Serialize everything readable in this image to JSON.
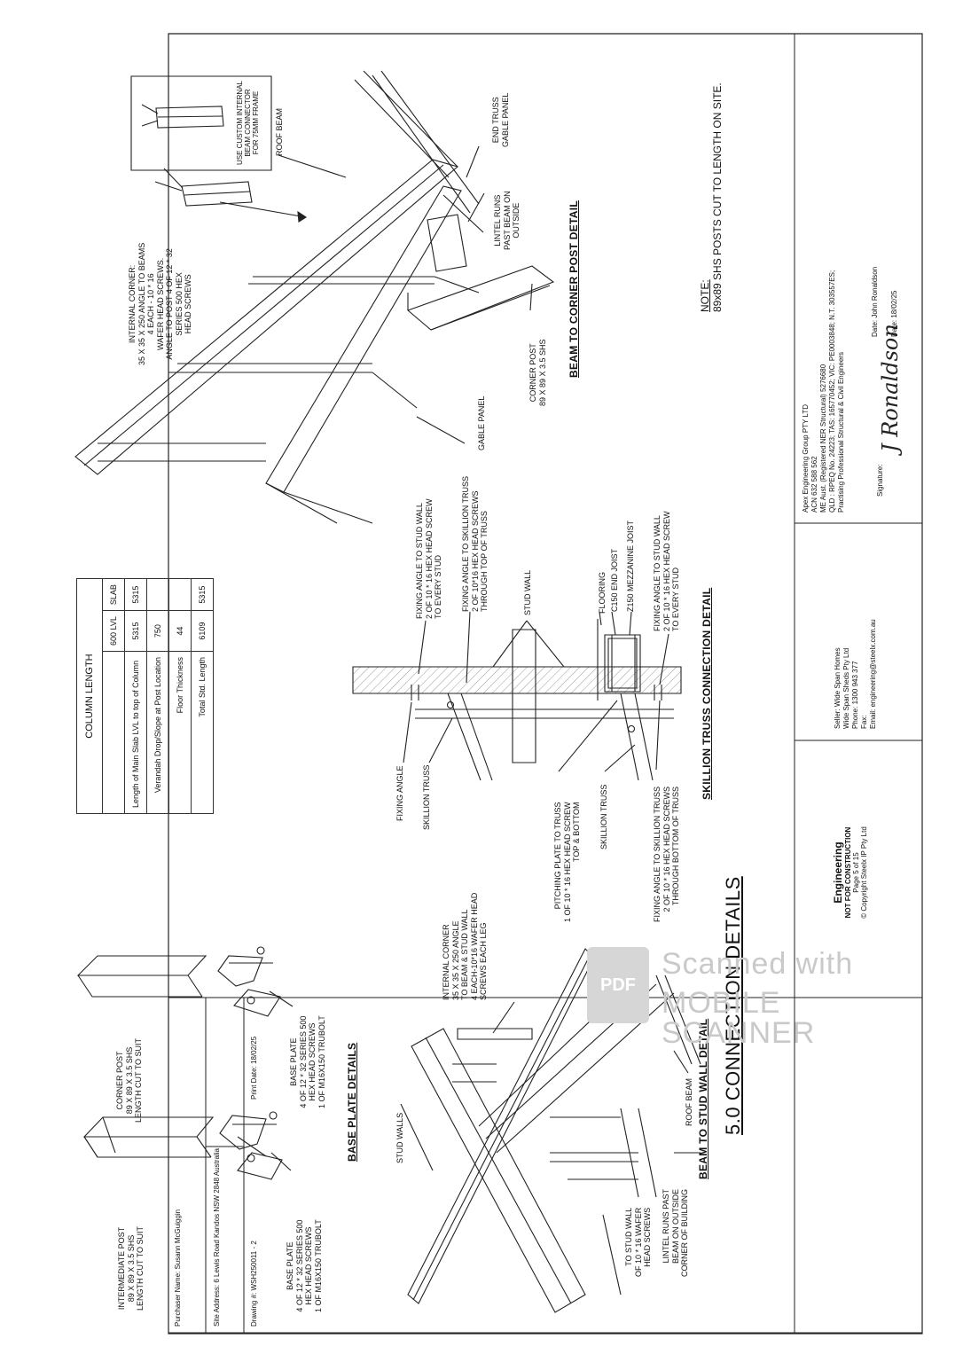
{
  "sheet": {
    "main_title": "5.0 CONNECTION DETAILS",
    "note_heading": "NOTE:",
    "note_text": "89x89 SHS POSTS CUT TO LENGTH ON SITE."
  },
  "base_plate": {
    "title": "BASE PLATE DETAILS",
    "intermediate_post": [
      "INTERMEDIATE POST",
      "89 x 89 x 3.5 SHS",
      "Length Cut to Suit"
    ],
    "corner_post": [
      "CORNER POST",
      "89 x 89 x 3.5 SHS",
      "Length Cut to Suit"
    ],
    "base_plate_left": [
      "BASE PLATE",
      "4 of 12 * 32 SERIES 500",
      "HEX HEAD SCREWS",
      "1 of M16x150 TRUBOLT"
    ],
    "base_plate_right": [
      "BASE PLATE",
      "4 of 12 * 32 SERIES 500",
      "HEX HEAD SCREWS",
      "1 of M16x150 TRUBOLT"
    ]
  },
  "column_length": {
    "title": "COLUMN LENGTH",
    "headers": [
      "",
      "600 LVL",
      "SLAB"
    ],
    "rows": [
      [
        "Length of Main Slab LVL to top of Column",
        "5315",
        "5315"
      ],
      [
        "Verandah Drop/Slope at Post Location",
        "750",
        ""
      ],
      [
        "Floor Thickness",
        "44",
        ""
      ],
      [
        "Total Std. Length",
        "6109",
        "5315"
      ]
    ]
  },
  "corner_post_detail": {
    "title": "BEAM TO CORNER POST DETAIL",
    "internal_corner": [
      "INTERNAL CORNER:",
      "35 x 35 x 250 ANGLE TO BEAMS",
      "4 EACH - 10 * 16",
      "WAFER HEAD SCREWS.",
      "ANGLE TO POST 4 of 12 * 32",
      "SERIES 500 HEX",
      "HEAD SCREWS"
    ],
    "custom_connector": [
      "USE CUSTOM INTERNAL",
      "BEAM CONNECTOR",
      "FOR 75mm FRAME"
    ],
    "roof_beam": "ROOF BEAM",
    "end_truss": [
      "END TRUSS",
      "GABLE PANEL"
    ],
    "lintel": [
      "LINTEL RUNS",
      "PAST BEAM ON",
      "OUTSIDE"
    ],
    "gable_panel": "GABLE PANEL",
    "corner_post": [
      "CORNER POST",
      "89 x 89 x 3.5 SHS"
    ]
  },
  "skillion_detail": {
    "title": "SKILLION TRUSS CONNECTION DETAIL",
    "fixing_angle_top": [
      "FIXING ANGLE TO STUD WALL",
      "2 of 10 * 16 HEX HEAD SCREW",
      "TO EVERY STUD"
    ],
    "fixing_angle_truss_top": [
      "FIXING ANGLE TO SKILLION TRUSS",
      "2 of 10*16 HEX HEAD SCREWS",
      "THROUGH TOP OF TRUSS"
    ],
    "stud_wall": "STUD WALL",
    "flooring": "FLOORING",
    "end_joist": "C150 END JOIST",
    "mezz_joist": "Z150 MEZZANINE JOIST",
    "fixing_angle_bottom": [
      "FIXING ANGLE TO STUD WALL",
      "2 of 10 * 16 HEX HEAD SCREW",
      "TO EVERY STUD"
    ],
    "fixing_angle": "FIXING ANGLE",
    "skillion_truss_1": "SKILLION TRUSS",
    "pitching_plate": [
      "PITCHING PLATE TO TRUSS",
      "1 of 10 * 16 HEX HEAD SCREW",
      "TOP & BOTTOM"
    ],
    "skillion_truss_2": "SKILLION TRUSS",
    "fixing_angle_truss_bottom": [
      "FIXING ANGLE TO SKILLION TRUSS",
      "2 of 10 * 16 HEX HEAD SCREWS",
      "THROUGH BOTTOM OF TRUSS"
    ]
  },
  "stud_wall_detail": {
    "title": "BEAM TO STUD WALL DETAIL",
    "internal_corner": [
      "INTERNAL CORNER",
      "35 x 35 x 250 ANGLE",
      "TO BEAM & STUD WALL",
      "4 EACH-10*16 WAFER HEAD",
      "SCREWS EACH LEG"
    ],
    "stud_walls": "STUD WALLS",
    "roof_beam": "ROOF BEAM",
    "lintel_runs": [
      "LINTEL RUNS PAST",
      "BEAM ON OUTSIDE",
      "CORNER OF BUILDING"
    ],
    "to_stud_wall": [
      "TO STUD WALL",
      "of 10 * 16 WAFER",
      "HEAD SCREWS"
    ]
  },
  "title_block": {
    "purchaser": "Purchaser Name: Susann McGuiggin",
    "site_address": "Site Address: 6 Lewis Road Kandos NSW 2848 Australia",
    "drawing_no": "Drawing #: WSH250011 - 2",
    "print_date": "Print Date: 18/02/25",
    "engineering": "Engineering",
    "not_for_construction": "NOT FOR CONSTRUCTION",
    "page": "Page 5 of 15",
    "copyright": "© Copyright Steelx IP Pty Ltd",
    "seller": [
      "Seller: Wide Span Homes",
      "Wide Span Sheds Pty Ltd",
      "Phone: 1300 943 377",
      "Fax:",
      "Email: engineering@steelx.com.au"
    ],
    "engineer": [
      "Apex Engineering Group PTY LTD",
      "ACN 632 588 562",
      "ME Aust. (Registered NER Structural) 5276680",
      "QLD : RPEQ No. 24223; TAS: 165770452; VIC: PE0003848; N.T. 303557ES;",
      "Practising Professional Structural & Civil Engineers"
    ],
    "signature_label": "Signature:",
    "signature_mark": "J Ronaldson",
    "date_name": "Date: John Ronaldson",
    "date_value": "Date: 18/02/25"
  },
  "watermark": {
    "badge": "PDF",
    "line1": "Scanned with",
    "line2": "MOBILE SCANNER"
  }
}
